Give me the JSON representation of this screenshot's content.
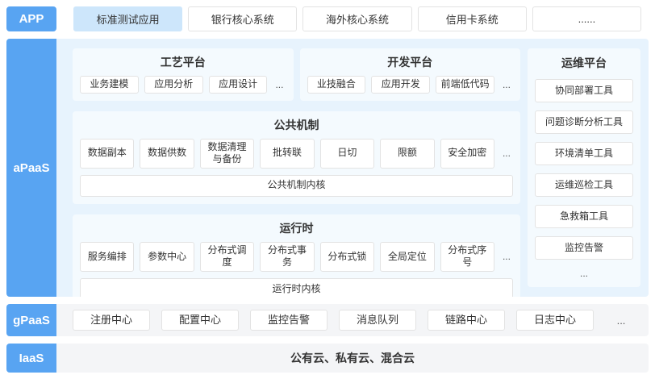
{
  "colors": {
    "accent_blue": "#58a4f2",
    "active_item_bg": "#cde6fb",
    "apaas_bg": "#e7f3fd",
    "panel_bg": "#f4fafe",
    "paas_bg": "#f4f5f7",
    "box_border": "#e3e3e3"
  },
  "app": {
    "label": "APP",
    "items": [
      "标准测试应用",
      "银行核心系统",
      "海外核心系统",
      "信用卡系统",
      "......"
    ]
  },
  "apaas": {
    "label": "aPaaS",
    "process": {
      "title": "工艺平台",
      "items": [
        "业务建模",
        "应用分析",
        "应用设计"
      ],
      "more": "..."
    },
    "dev": {
      "title": "开发平台",
      "items": [
        "业技融合",
        "应用开发",
        "前端低代码"
      ],
      "more": "..."
    },
    "ops": {
      "title": "运维平台",
      "items": [
        "协同部署工具",
        "问题诊断分析工具",
        "环境清单工具",
        "运维巡检工具",
        "急救箱工具",
        "监控告警"
      ],
      "more": "..."
    },
    "common": {
      "title": "公共机制",
      "items": [
        "数据副本",
        "数据供数",
        "数据清理与备份",
        "批转联",
        "日切",
        "限额",
        "安全加密"
      ],
      "more": "...",
      "kernel": "公共机制内核"
    },
    "runtime": {
      "title": "运行时",
      "items": [
        "服务编排",
        "参数中心",
        "分布式调度",
        "分布式事务",
        "分布式锁",
        "全局定位",
        "分布式序号"
      ],
      "more": "...",
      "kernel": "运行时内核"
    }
  },
  "gpaas": {
    "label": "gPaaS",
    "items": [
      "注册中心",
      "配置中心",
      "监控告警",
      "消息队列",
      "链路中心",
      "日志中心"
    ],
    "more": "..."
  },
  "iaas": {
    "label": "IaaS",
    "text": "公有云、私有云、混合云"
  }
}
